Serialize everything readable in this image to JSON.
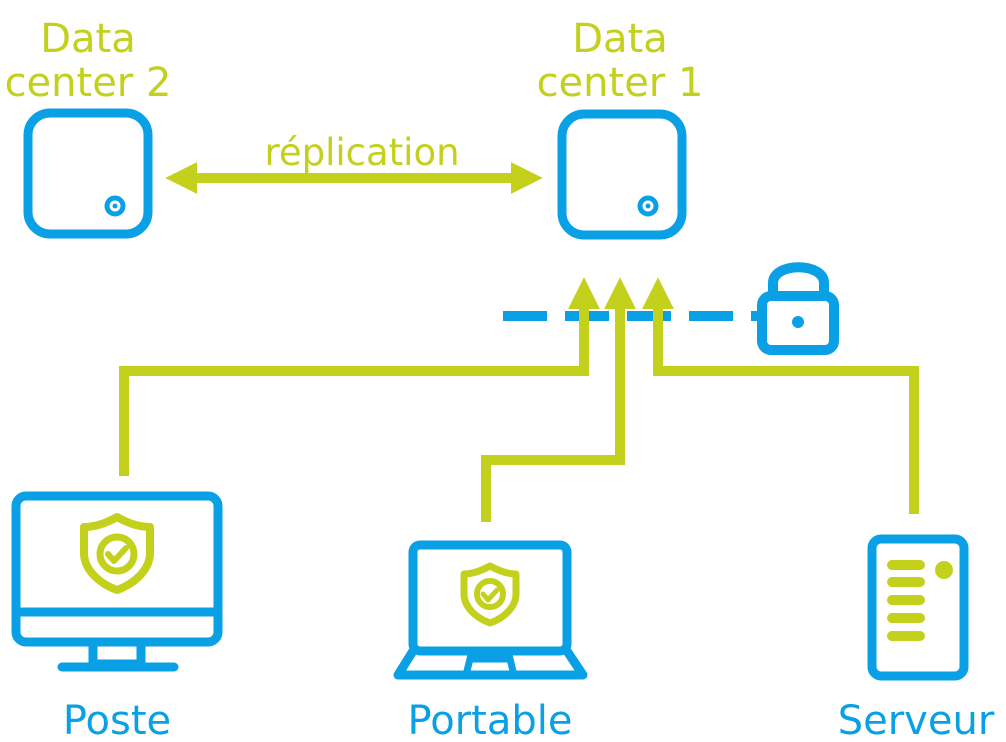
{
  "colors": {
    "blue": "#0aa0e6",
    "lime": "#c3d11c",
    "background": "#ffffff"
  },
  "labels": {
    "dc2_line1": "Data",
    "dc2_line2": "center 2",
    "dc1_line1": "Data",
    "dc1_line2": "center 1",
    "replication": "réplication",
    "poste": "Poste",
    "portable": "Portable",
    "serveur": "Serveur"
  },
  "icons": {
    "data_center": "data-center-box-icon",
    "lock": "lock-icon",
    "desktop": "desktop-monitor-icon",
    "laptop": "laptop-icon",
    "server": "server-tower-icon",
    "shield": "shield-check-icon"
  }
}
